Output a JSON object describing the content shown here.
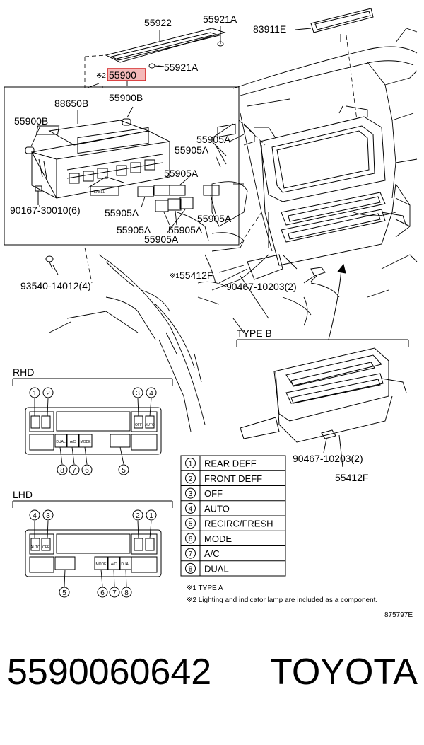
{
  "part_labels": {
    "p55922": "55922",
    "p55921a_top": "55921A",
    "p83911e": "83911E",
    "p55921a_mid": "55921A",
    "p55900_prefix": "※2",
    "p55900": "55900",
    "p88650b": "88650B",
    "p55900b_right": "55900B",
    "p55900b_left": "55900B",
    "p55905a_1": "55905A",
    "p55905a_2": "55905A",
    "p55905a_3": "55905A",
    "p55905a_4": "55905A",
    "p55905a_5": "55905A",
    "p55905a_6": "55905A",
    "p55905a_7": "55905A",
    "p55905a_8": "55905A",
    "label_tag": "LABEL",
    "p90167": "90167-30010(6)",
    "p93540": "93540-14012(4)",
    "p55412f_prefix": "※1",
    "p55412f_top": "55412F",
    "p90467_top": "90467-10203(2)",
    "p90467_b": "90467-10203(2)",
    "p55412f_b": "55412F"
  },
  "sections": {
    "type_b": "TYPE B",
    "rhd": "RHD",
    "lhd": "LHD"
  },
  "callout_numbers": {
    "rhd_top": [
      "1",
      "2",
      "3",
      "4"
    ],
    "rhd_bottom": [
      "8",
      "7",
      "6",
      "5"
    ],
    "lhd_top": [
      "4",
      "3",
      "2",
      "1"
    ],
    "lhd_bottom": [
      "5",
      "6",
      "7",
      "8"
    ]
  },
  "legend": [
    {
      "num": "1",
      "text": "REAR DEFF"
    },
    {
      "num": "2",
      "text": "FRONT DEFF"
    },
    {
      "num": "3",
      "text": "OFF"
    },
    {
      "num": "4",
      "text": "AUTO"
    },
    {
      "num": "5",
      "text": "RECIRC/FRESH"
    },
    {
      "num": "6",
      "text": "MODE"
    },
    {
      "num": "7",
      "text": "A/C"
    },
    {
      "num": "8",
      "text": "DUAL"
    }
  ],
  "notes": {
    "note1": "※1 TYPE A",
    "note2": "※2 Lighting and indicator lamp are included as a component."
  },
  "panel_button_text": {
    "auto": "AUTO",
    "off": "OFF",
    "mode": "MODE",
    "ac": "A/C",
    "dual": "DUAL"
  },
  "diagram_code": "875797E",
  "caption": {
    "part_number": "5590060642",
    "brand": "TOYOTA"
  },
  "colors": {
    "highlight_fill": "#f4b9b9",
    "highlight_stroke": "#d21e1e",
    "line": "#000000"
  }
}
